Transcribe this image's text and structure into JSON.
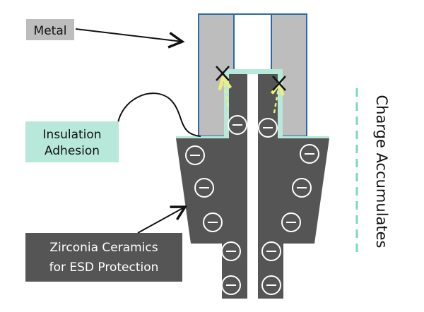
{
  "labels": {
    "metal": "Metal",
    "insulation_line1": "Insulation",
    "insulation_line2": "Adhesion",
    "zirconia_line1": "Zirconia Ceramics",
    "zirconia_line2": "for ESD Protection",
    "charge": "Charge Accumulates"
  },
  "colors": {
    "metal_fill": "#bdbdbd",
    "metal_outline": "#2b6aa8",
    "ceramic_fill": "#555555",
    "insulation_fill": "#b7e8d9",
    "charge_line": "#7fd6bf",
    "spark_arrow": "#eef07a",
    "label_metal_bg": "#bdbdbd",
    "label_insulation_bg": "#b7e8d9",
    "label_zirconia_bg": "#555555",
    "label_dark_text": "#111111",
    "label_light_text": "#ffffff"
  },
  "icons": {
    "charge_symbol": "minus-in-circle",
    "blocked_discharge": "x-mark"
  }
}
